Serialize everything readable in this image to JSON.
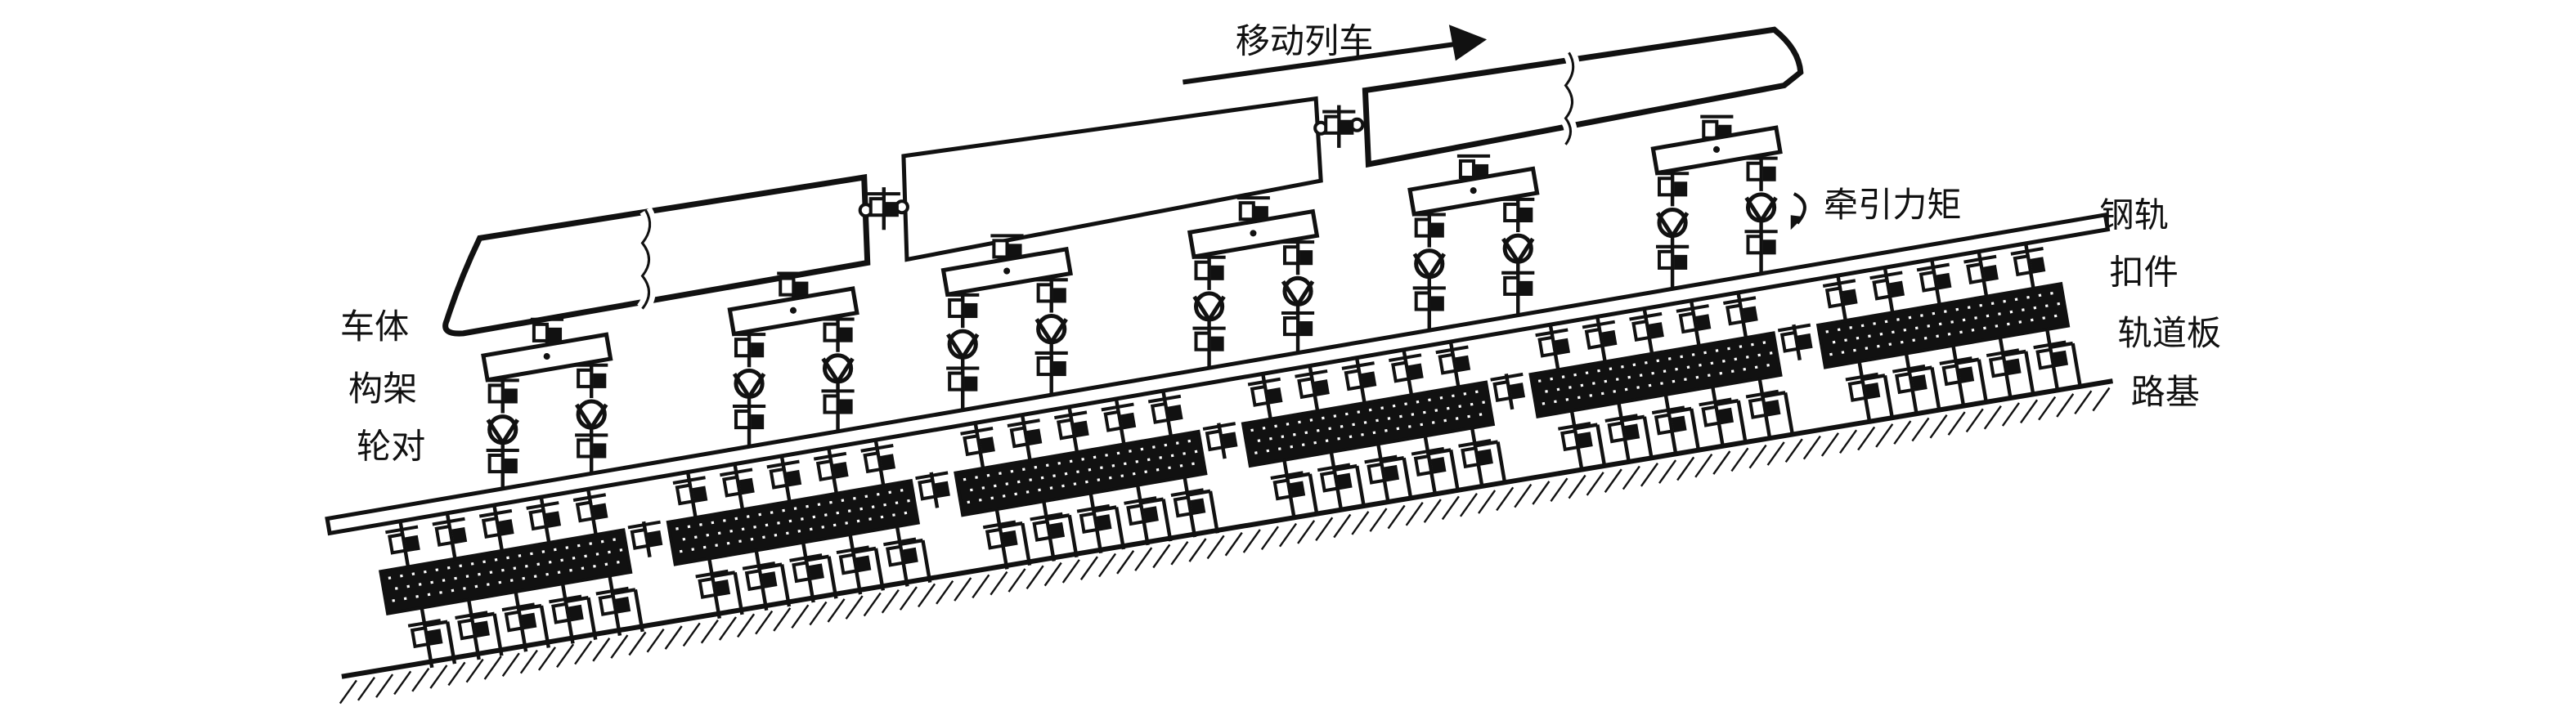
{
  "labels": {
    "moving_train": "移动列车",
    "traction_torque": "牵引力矩",
    "rail": "钢轨",
    "fastener": "扣件",
    "track_slab": "轨道板",
    "subgrade": "路基",
    "car_body": "车体",
    "bogie_frame": "构架",
    "wheelset": "轮对"
  },
  "structure": {
    "car_count": 3,
    "bogie_count": 6,
    "slab_count": 6,
    "fasteners_per_slab": 5
  },
  "colors": {
    "ink": "#111111",
    "background": "#ffffff"
  }
}
